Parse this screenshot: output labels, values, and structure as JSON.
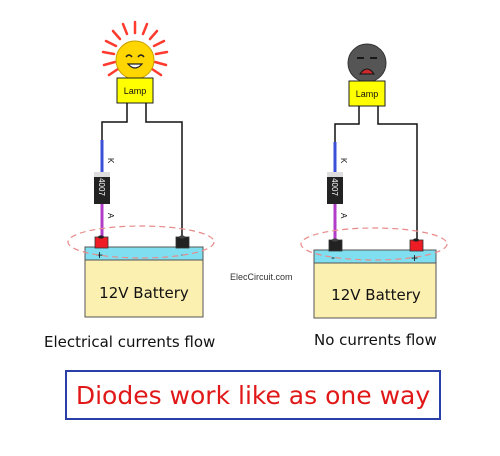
{
  "colors": {
    "wire": "#111111",
    "lamp_body": "#ffff00",
    "lamp_on": "#ffd600",
    "lamp_off": "#555555",
    "rays": "#ff3b2f",
    "battery_top": "#7fdff0",
    "battery_body": "#fbf0b0",
    "terminal_pos": "#ee1c24",
    "terminal_neg": "#222222",
    "diode_body": "#222222",
    "diode_anode_lead": "#b03cc8",
    "diode_cathode_lead": "#3b4fd8",
    "dashed_ring": "#e88a8a",
    "banner_text": "#e01818",
    "banner_border": "#2b3fa8"
  },
  "left_circuit": {
    "lamp_label": "Lamp",
    "lamp_state": "on",
    "diode_label": "4007",
    "diode_cathode": "K",
    "diode_anode": "A",
    "battery_label": "12V Battery",
    "battery_plus_mark": "+",
    "battery_minus_mark": "-",
    "caption": "Electrical currents flow"
  },
  "right_circuit": {
    "lamp_label": "Lamp",
    "lamp_state": "off",
    "diode_label": "4007",
    "diode_cathode": "K",
    "diode_anode": "A",
    "battery_label": "12V Battery",
    "battery_minus_mark": "-",
    "battery_plus_mark": "+",
    "caption": "No currents flow"
  },
  "watermark": "ElecCircuit.com",
  "banner": "Diodes work like as one way"
}
